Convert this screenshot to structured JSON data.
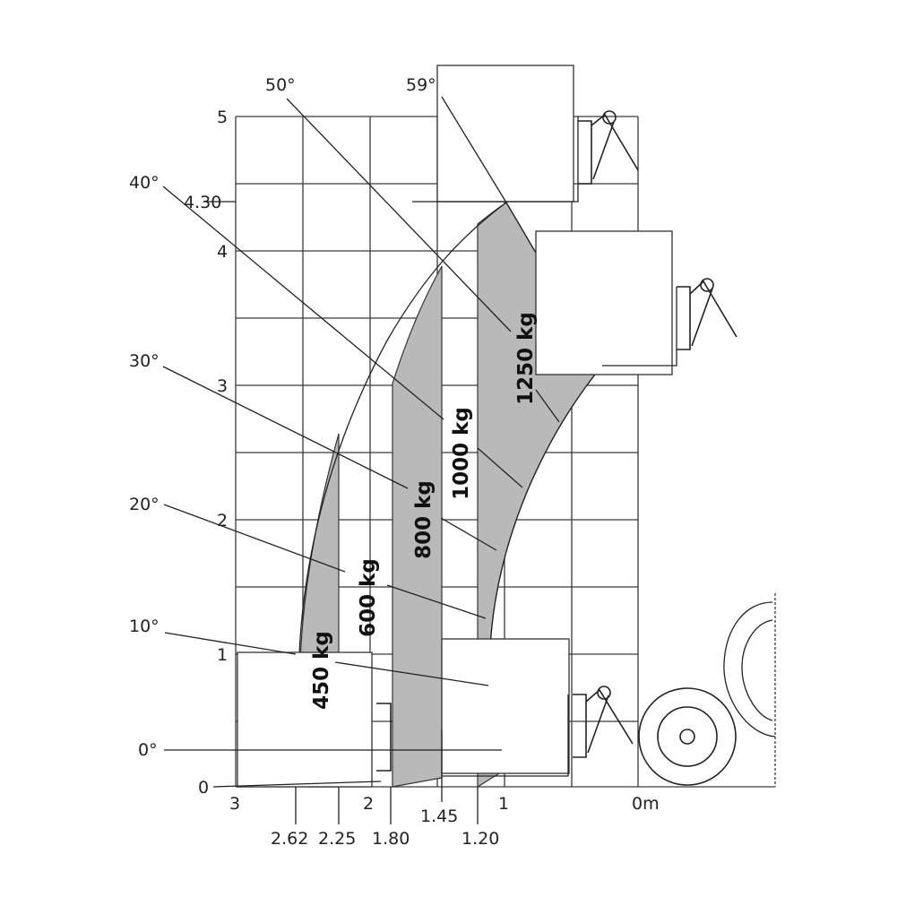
{
  "y_axis_labels": [
    "0",
    "1",
    "2",
    "3",
    "4",
    "4.30",
    "5"
  ],
  "x_axis_labels": [
    "3",
    "2",
    "1",
    "0m"
  ],
  "x_extra_labels": [
    "2.62",
    "2.25",
    "1.80",
    "1.45",
    "1.20"
  ],
  "angle_labels": [
    "0°",
    "10°",
    "20°",
    "30°",
    "40°",
    "50°",
    "59°"
  ],
  "load_labels": [
    "450 kg",
    "600 kg",
    "800 kg",
    "1000 kg",
    "1250 kg"
  ]
}
